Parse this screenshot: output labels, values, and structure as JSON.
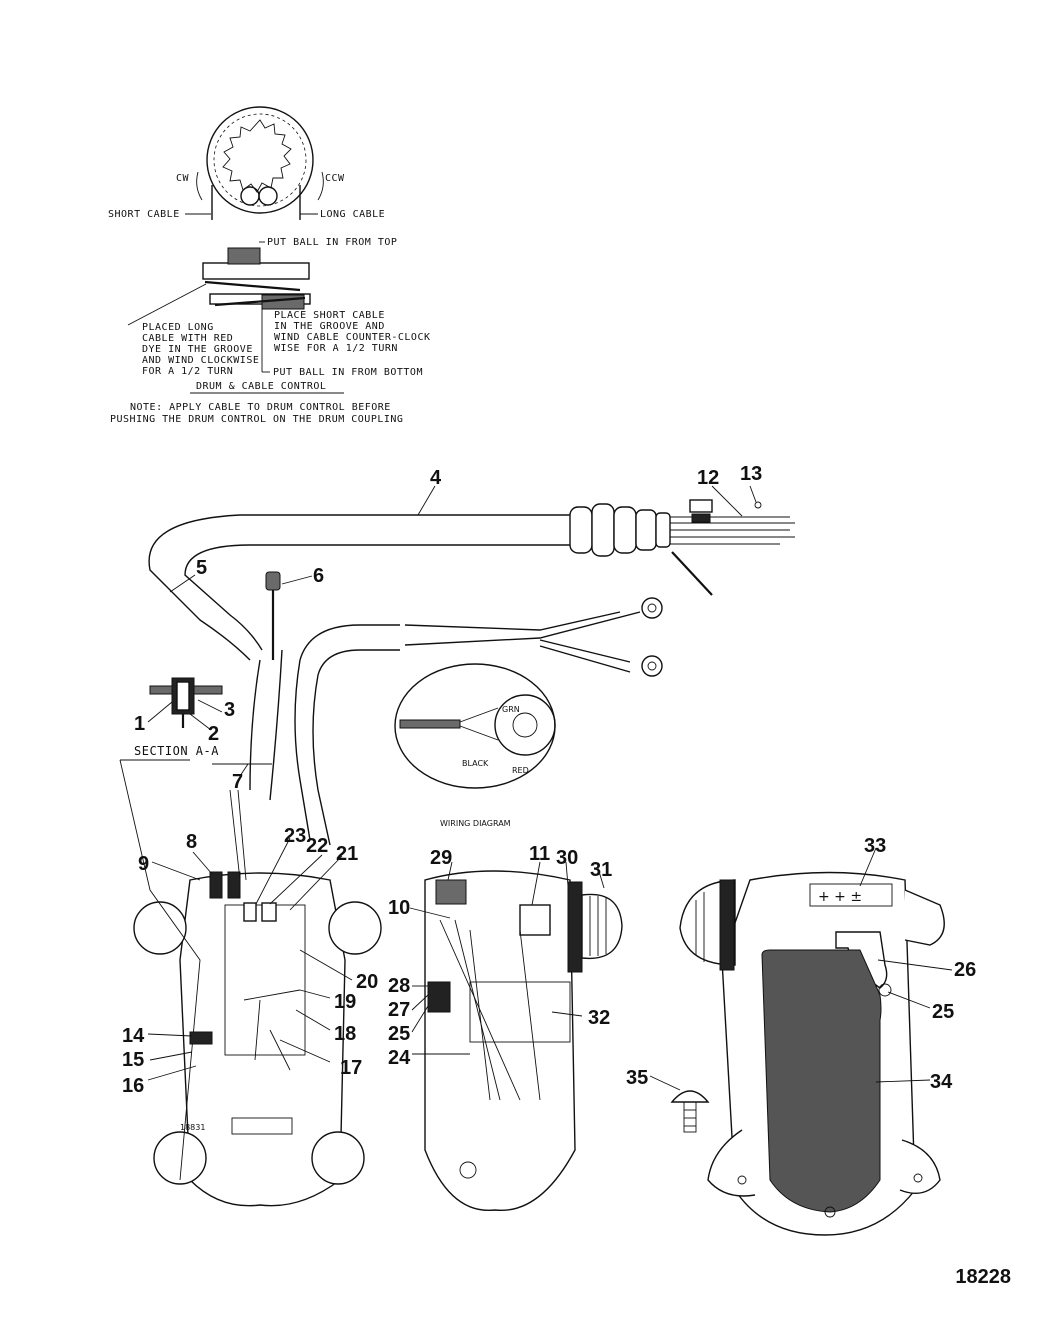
{
  "drum_detail": {
    "cw": "CW",
    "ccw": "CCW",
    "short_cable": "SHORT CABLE",
    "long_cable": "LONG CABLE",
    "ball_top": "PUT BALL IN FROM TOP",
    "place_long": [
      "PLACED LONG",
      "CABLE WITH RED",
      "DYE IN THE GROOVE",
      "AND WIND CLOCKWISE",
      "FOR A 1/2 TURN"
    ],
    "place_short": [
      "PLACE SHORT CABLE",
      "IN  THE GROOVE AND",
      "WIND CABLE COUNTER-CLOCK",
      "WISE FOR A 1/2 TURN"
    ],
    "ball_bottom": "PUT BALL IN FROM BOTTOM",
    "title": "DRUM & CABLE CONTROL",
    "note": [
      "NOTE: APPLY CABLE TO DRUM CONTROL BEFORE",
      "PUSHING THE DRUM CONTROL ON THE DRUM COUPLING"
    ]
  },
  "section": {
    "label": "SECTION  A-A"
  },
  "wiring": {
    "title": "WIRING DIAGRAM",
    "grn": "GRN",
    "black": "BLACK",
    "red": "RED"
  },
  "callouts": {
    "c1": "1",
    "c2": "2",
    "c3": "3",
    "c4": "4",
    "c5": "5",
    "c6": "6",
    "c7": "7",
    "c8": "8",
    "c9": "9",
    "c10": "10",
    "c11": "11",
    "c12": "12",
    "c13": "13",
    "c14": "14",
    "c15": "15",
    "c16": "16",
    "c17": "17",
    "c18": "18",
    "c19": "19",
    "c20": "20",
    "c21": "21",
    "c22": "22",
    "c23": "23",
    "c24": "24",
    "c25a": "25",
    "c25b": "25",
    "c26": "26",
    "c27": "27",
    "c28": "28",
    "c29": "29",
    "c30": "30",
    "c31": "31",
    "c32": "32",
    "c33": "33",
    "c34": "34",
    "c35": "35"
  },
  "figure_id": "18228"
}
